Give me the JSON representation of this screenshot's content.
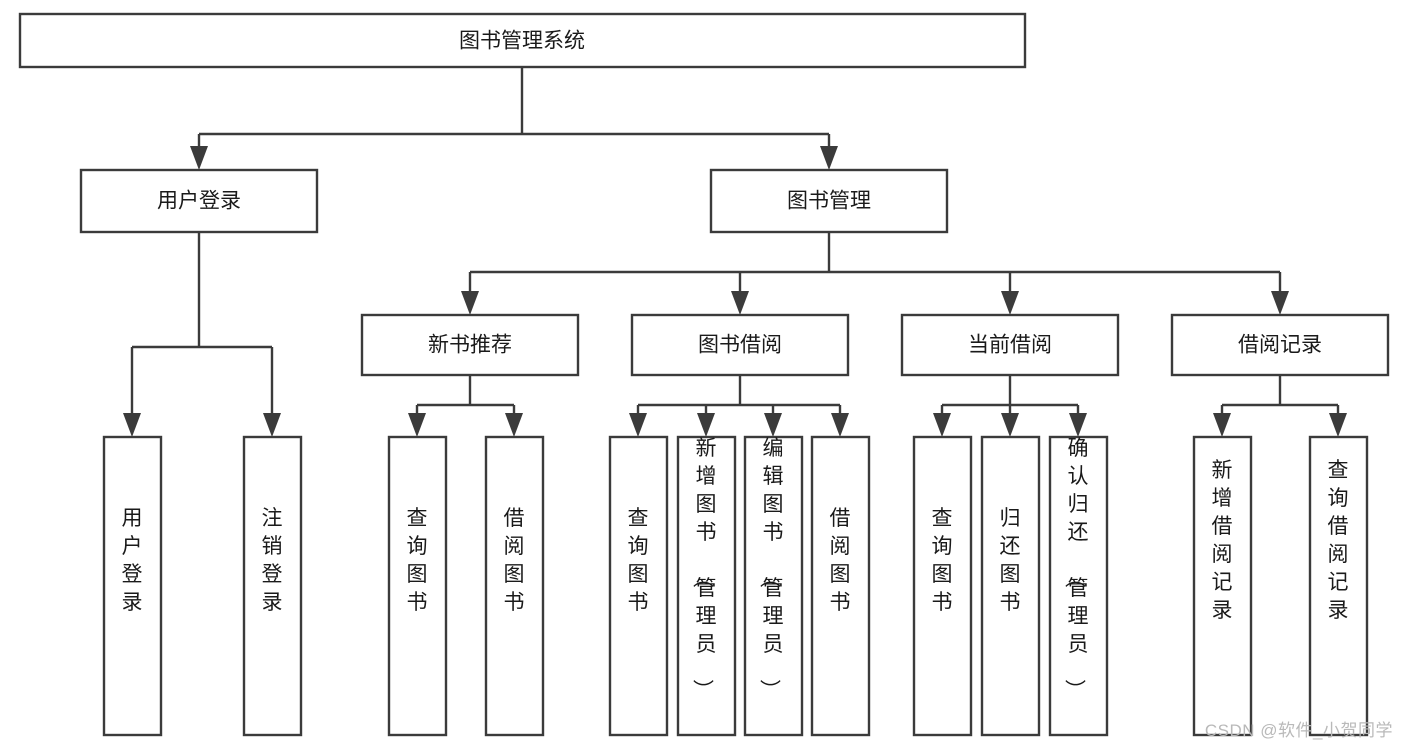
{
  "diagram": {
    "type": "tree",
    "title_node": "图书管理系统",
    "watermark": "CSDN @软件_小贺同学",
    "colors": {
      "box_fill": "#ffffff",
      "box_stroke": "#3b3b3b",
      "connector": "#3b3b3b",
      "text": "#1a1a1a",
      "background": "#ffffff",
      "watermark": "#b9b9b9"
    },
    "nodes": {
      "root": {
        "label": "图书管理系统"
      },
      "level2": [
        {
          "label": "用户登录"
        },
        {
          "label": "图书管理"
        }
      ],
      "level3": [
        {
          "label": "新书推荐"
        },
        {
          "label": "图书借阅"
        },
        {
          "label": "当前借阅"
        },
        {
          "label": "借阅记录"
        }
      ],
      "leaves_user_login": [
        {
          "label": "用户登录"
        },
        {
          "label": "注销登录"
        }
      ],
      "leaves_new_books": [
        {
          "label": "查询图书"
        },
        {
          "label": "借阅图书"
        }
      ],
      "leaves_borrow": [
        {
          "label": "查询图书"
        },
        {
          "label": "新增图书（管理员）"
        },
        {
          "label": "编辑图书（管理员）"
        },
        {
          "label": "借阅图书"
        }
      ],
      "leaves_current": [
        {
          "label": "查询图书"
        },
        {
          "label": "归还图书"
        },
        {
          "label": "确认归还（管理员）"
        }
      ],
      "leaves_records": [
        {
          "label": "新增借阅记录"
        },
        {
          "label": "查询借阅记录"
        }
      ]
    }
  }
}
